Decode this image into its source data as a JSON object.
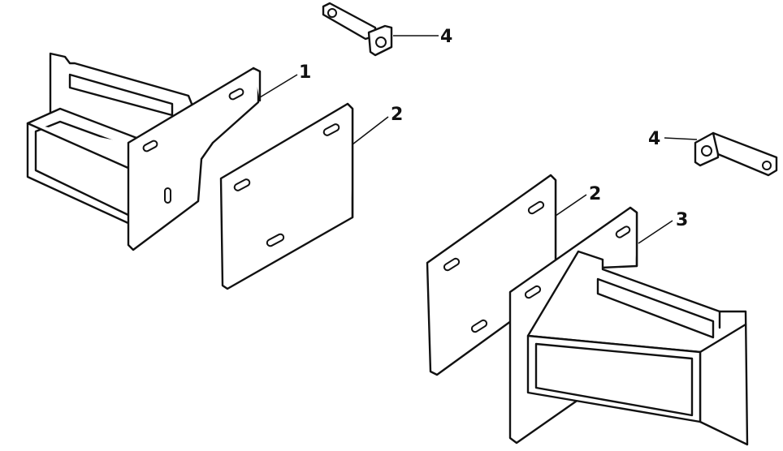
{
  "diagram": {
    "callouts": {
      "c1": "1",
      "c2a": "2",
      "c2b": "2",
      "c3": "3",
      "c4a": "4",
      "c4b": "4"
    },
    "colors": {
      "line": "#111111",
      "background": "#ffffff"
    }
  }
}
